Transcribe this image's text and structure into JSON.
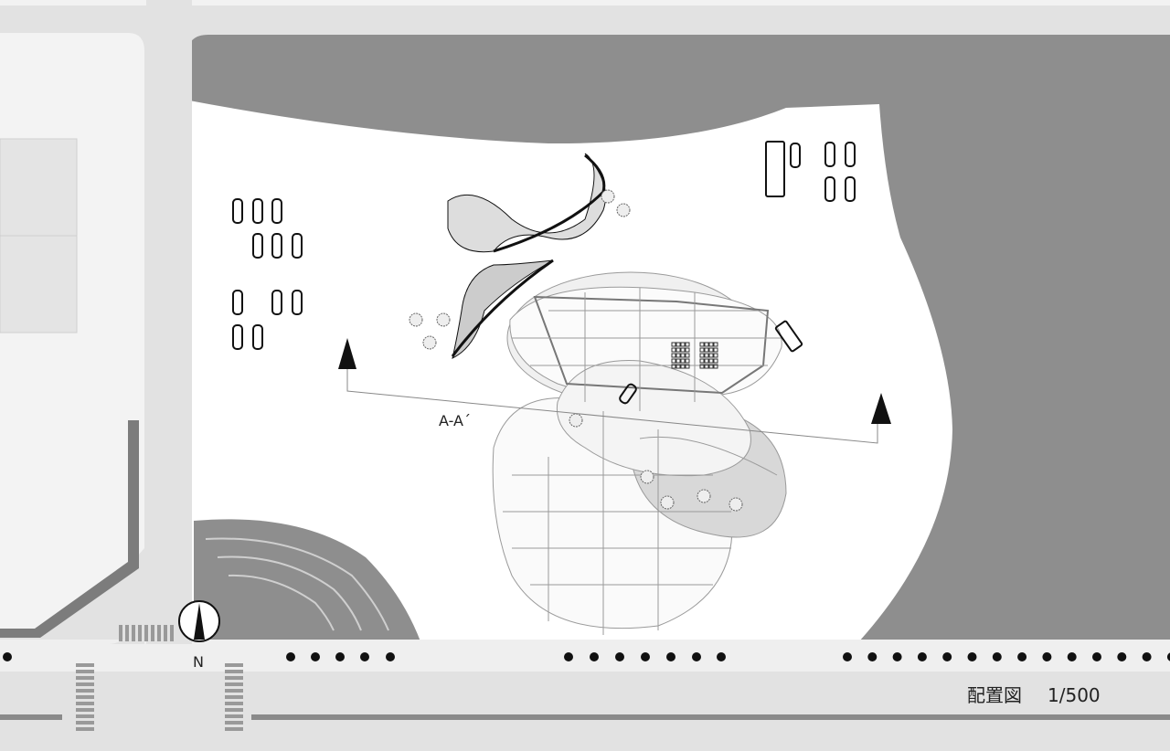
{
  "drawing": {
    "title": "配置図",
    "scale": "1/500",
    "section_label": "A-A´",
    "north_label": "N"
  },
  "colors": {
    "road": "#e2e2e2",
    "lot": "#8e8e8e",
    "site": "#ffffff",
    "ink": "#111111"
  }
}
